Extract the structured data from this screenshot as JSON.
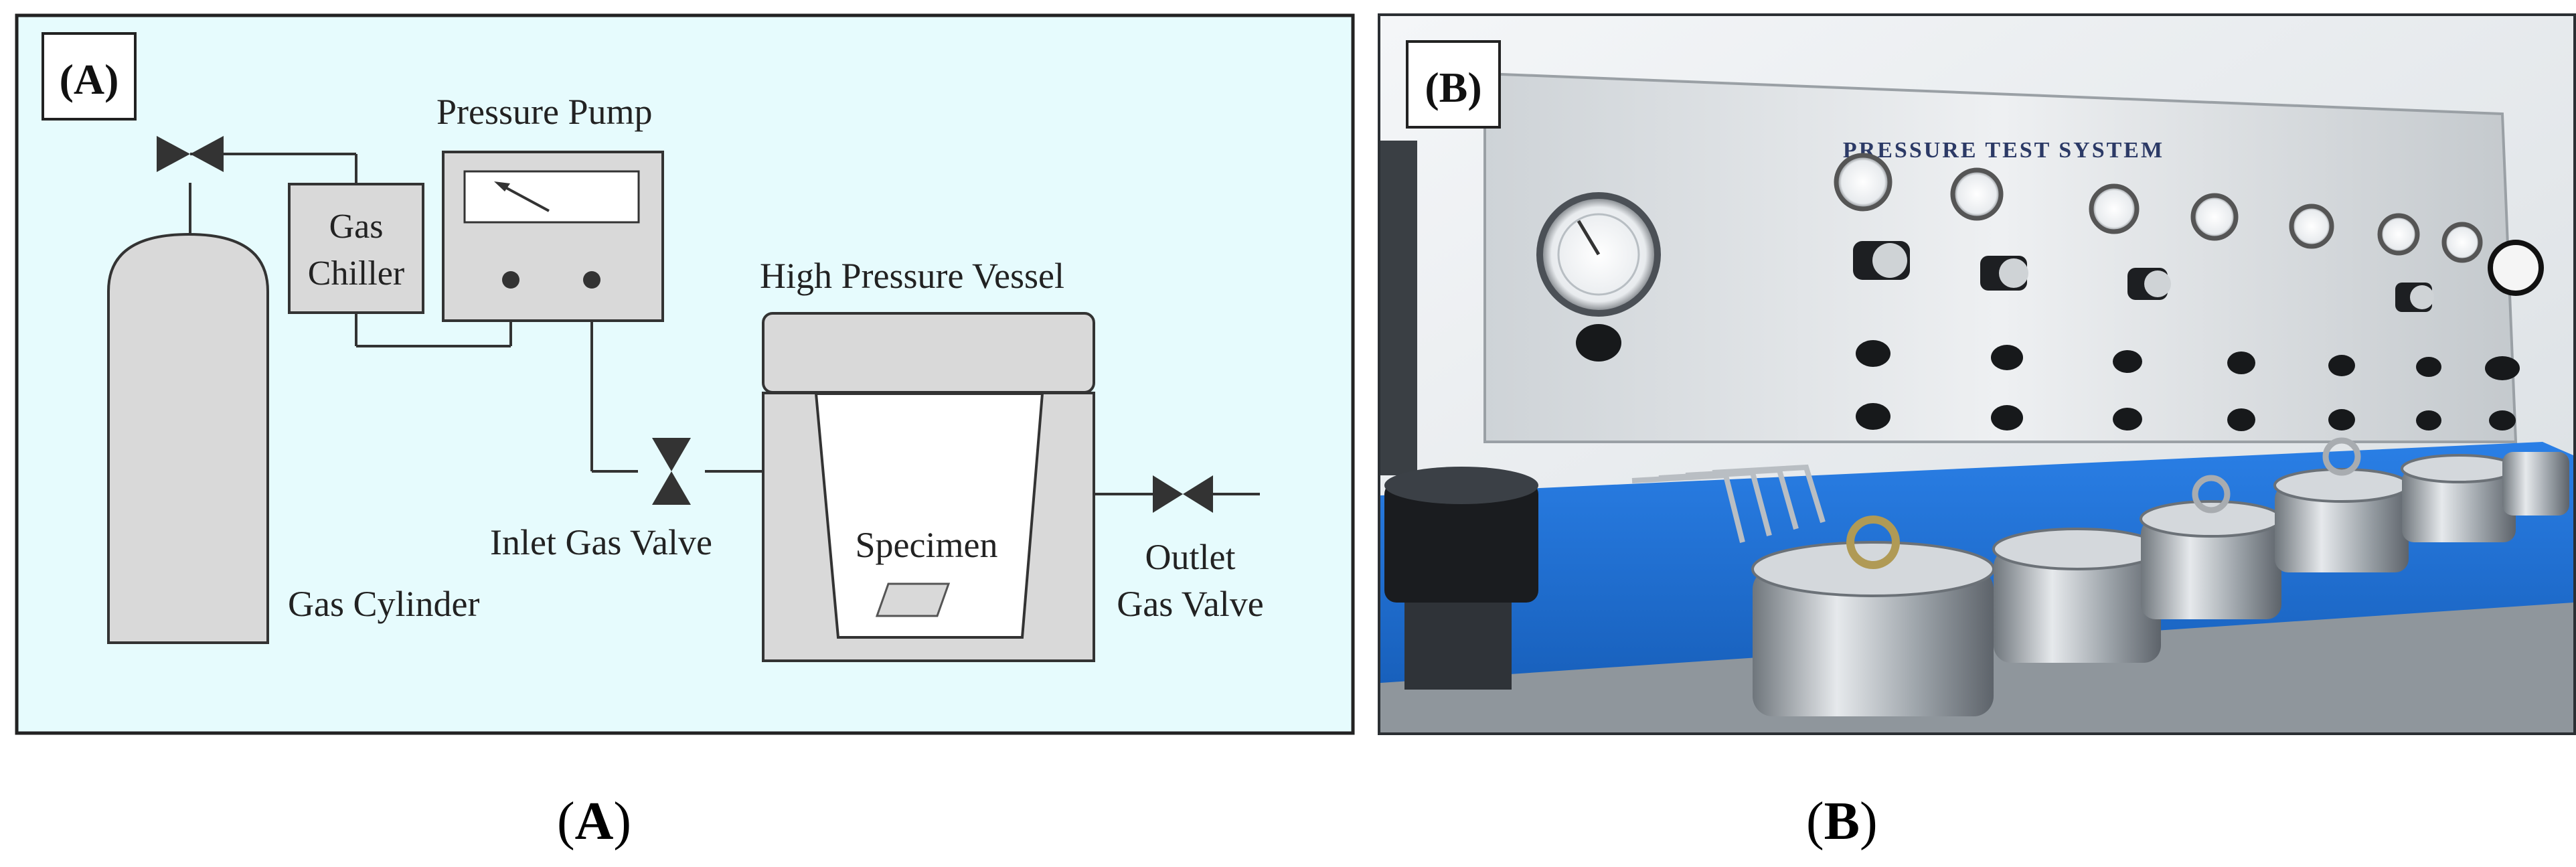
{
  "panel_a": {
    "tag": "(A)",
    "labels": {
      "pressure_pump": "Pressure Pump",
      "gas_chiller_1": "Gas",
      "gas_chiller_2": "Chiller",
      "high_pressure_vessel": "High Pressure Vessel",
      "specimen": "Specimen",
      "inlet_gas_valve": "Inlet Gas Valve",
      "outlet_gas_valve_1": "Outlet",
      "outlet_gas_valve_2": "Gas Valve",
      "gas_cylinder": "Gas Cylinder"
    },
    "colors": {
      "background": "#e6fbfd",
      "component_fill": "#d9d9d9",
      "stroke": "#333333"
    }
  },
  "panel_b": {
    "tag": "(B)",
    "photo_title": "PRESSURE TEST SYSTEM",
    "colors": {
      "wall": "#e8ecef",
      "panel_steel": "#dfe3e6",
      "bench_blue": "#1f6fd6"
    }
  },
  "captions": {
    "a_open": "(",
    "a_letter": "A",
    "a_close": ")",
    "b_open": "(",
    "b_letter": "B",
    "b_close": ")"
  }
}
